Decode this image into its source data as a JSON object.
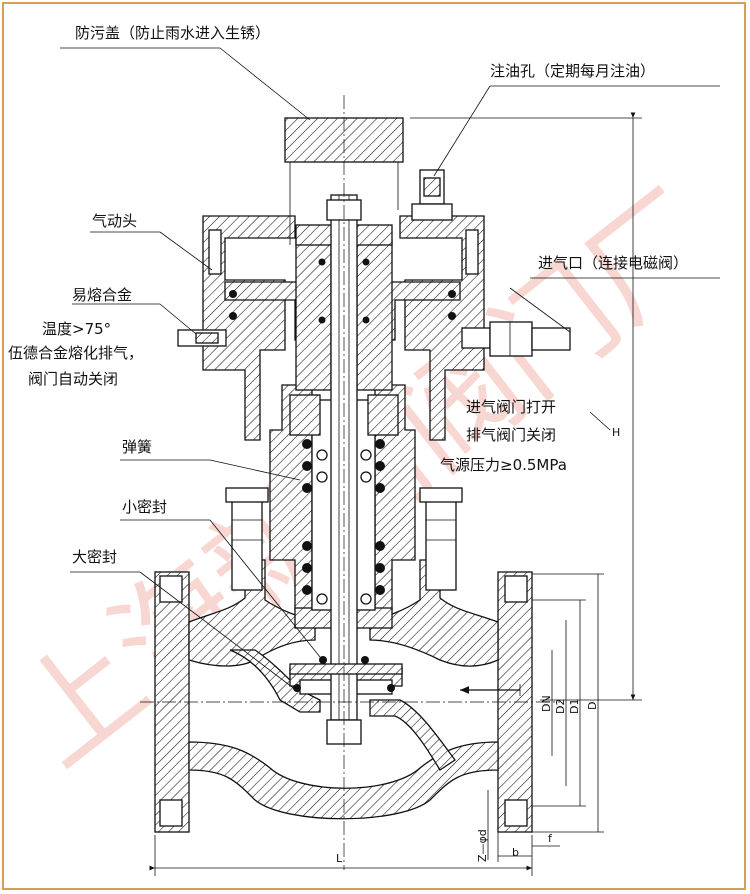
{
  "watermark": "上海新浦阀门厂",
  "labels": {
    "rain_cover": "防污盖（防止雨水进入生锈）",
    "oil_hole": "注油孔（定期每月注油）",
    "pneumatic_head": "气动头",
    "fusible_alloy": "易熔合金",
    "temperature": "温度>75°",
    "melt_exhaust": "伍德合金熔化排气，",
    "valve_auto_close": "阀门自动关闭",
    "air_inlet": "进气口（连接电磁阀）",
    "inlet_open": "进气阀门打开",
    "exhaust_close": "排气阀门关闭",
    "air_pressure": "气源压力≥0.5MPa",
    "spring": "弹簧",
    "small_seal": "小密封",
    "large_seal": "大密封"
  },
  "dimensions": {
    "H": "H",
    "L": "L",
    "D": "D",
    "D1": "D1",
    "D2": "D2",
    "DN": "DN",
    "b": "b",
    "f": "f",
    "Z_phi_d": "Z—φd"
  }
}
